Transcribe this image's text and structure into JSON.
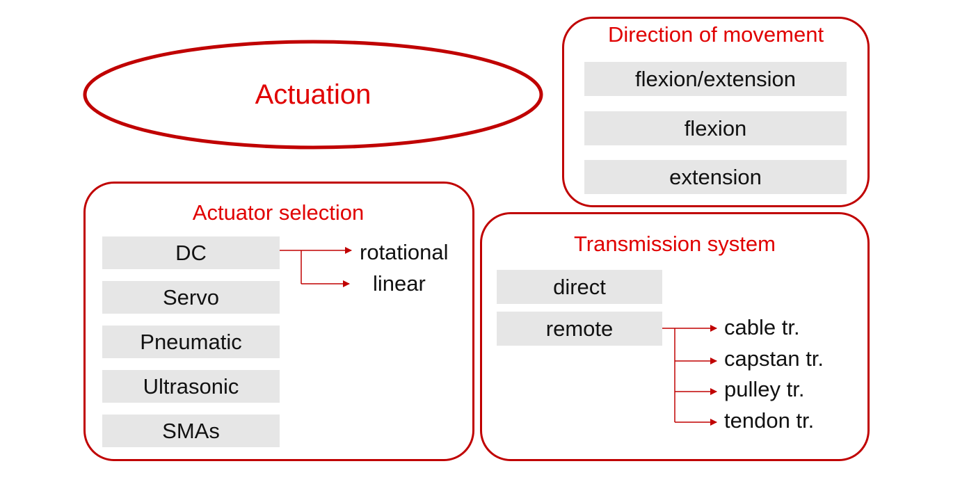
{
  "main_title": "Actuation",
  "colors": {
    "accent": "#e00000",
    "border": "#c00000",
    "item_fill": "#e6e6e6",
    "text": "#111111"
  },
  "direction": {
    "title": "Direction of movement",
    "items": [
      "flexion/extension",
      "flexion",
      "extension"
    ]
  },
  "actuator": {
    "title": "Actuator selection",
    "items": [
      "DC",
      "Servo",
      "Pneumatic",
      "Ultrasonic",
      "SMAs"
    ],
    "dc_types": [
      "rotational",
      "linear"
    ]
  },
  "transmission": {
    "title": "Transmission system",
    "items": [
      "direct",
      "remote"
    ],
    "remote_types": [
      "cable tr.",
      "capstan tr.",
      "pulley tr.",
      "tendon tr."
    ]
  }
}
